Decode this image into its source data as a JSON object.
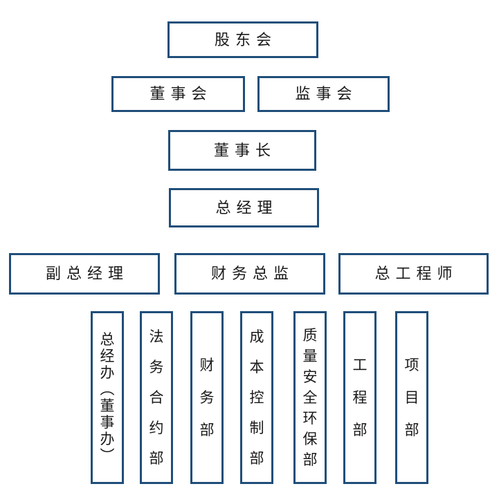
{
  "colors": {
    "border": "#1F4E79",
    "text": "#1A1A1A",
    "background": "#FFFFFF"
  },
  "org": {
    "level1": {
      "label": "股东会"
    },
    "level2": [
      {
        "label": "董事会"
      },
      {
        "label": "监事会"
      }
    ],
    "level3": {
      "label": "董事长"
    },
    "level4": {
      "label": "总经理"
    },
    "level5": [
      {
        "label": "副总经理"
      },
      {
        "label": "财务总监"
      },
      {
        "label": "总工程师"
      }
    ],
    "departments": [
      {
        "label": "总经办（董事办）"
      },
      {
        "label": "法务合约部"
      },
      {
        "label": "财务部"
      },
      {
        "label": "成本控制部"
      },
      {
        "label": "质量安全环保部"
      },
      {
        "label": "工程部"
      },
      {
        "label": "项目部"
      }
    ]
  }
}
